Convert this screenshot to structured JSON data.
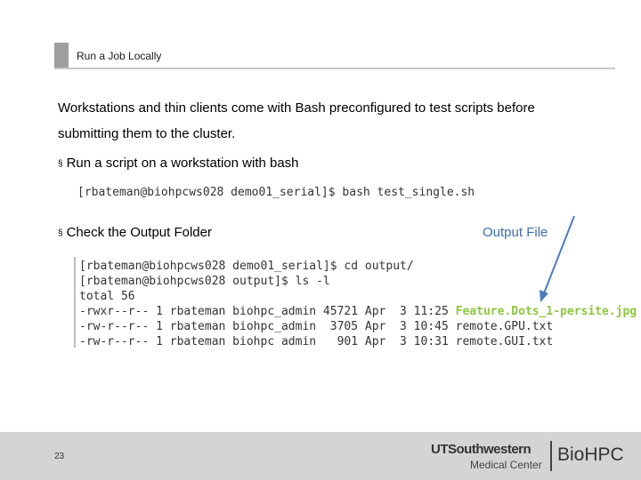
{
  "slide": {
    "title": "Run a Job Locally",
    "intro_line1": "Workstations and thin clients come with Bash preconfigured to test scripts before",
    "intro_line2": "submitting them to the cluster.",
    "bullet_mark": "§",
    "bullet1": "Run a script on a workstation with bash",
    "command1": "[rbateman@biohpcws028 demo01_serial]$ bash test_single.sh",
    "bullet2": "Check the Output Folder",
    "output_file_label": "Output File",
    "output_lines": [
      "[rbateman@biohpcws028 demo01_serial]$ cd output/",
      "[rbateman@biohpcws028 output]$ ls -l",
      "total 56"
    ],
    "file_rows": [
      {
        "meta": "-rwxr--r-- 1 rbateman biohpc_admin 45721 Apr  3 11:25 ",
        "name": "Feature.Dots_1-persite.jpg"
      },
      {
        "meta": "-rw-r--r-- 1 rbateman biohpc_admin  3705 Apr  3 10:45 ",
        "name": "remote.GPU.txt"
      },
      {
        "meta": "-rw-r--r-- 1 rbateman biohpc admin   901 Apr  3 10:31 ",
        "name": "remote.GUI.txt"
      }
    ],
    "highlight_color": "#8dc63f",
    "arrow_color": "#4a7bbf"
  },
  "footer": {
    "page_number": "23",
    "logo_ut": "UTSouthwestern",
    "logo_mc": "Medical Center",
    "logo_bio": "BioHPC"
  }
}
